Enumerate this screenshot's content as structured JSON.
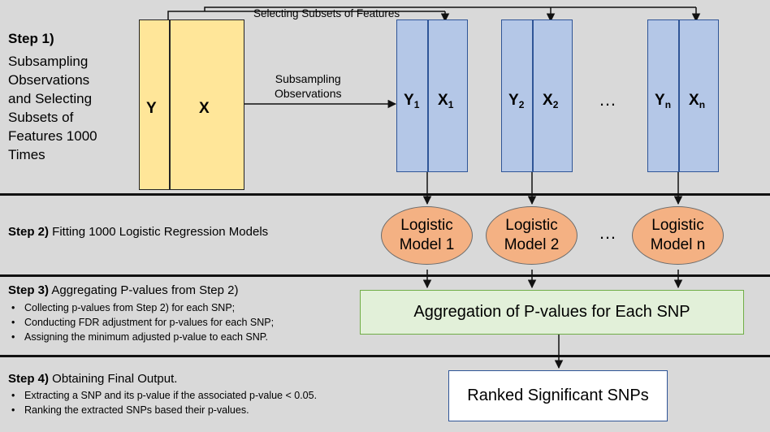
{
  "colors": {
    "data_fill": "#ffe699",
    "subset_fill": "#b4c7e7",
    "model_fill": "#f4b183",
    "aggregation_fill": "#e2f0d9",
    "background": "#d9d9d9"
  },
  "step1": {
    "title_bold": "Step 1)",
    "lines": [
      "Subsampling",
      "Observations",
      "and Selecting",
      "Subsets of",
      "Features 1000",
      "Times"
    ],
    "data_y": "Y",
    "data_x": "X",
    "selecting_label": "Selecting Subsets of Features",
    "subsampling_label_1": "Subsampling",
    "subsampling_label_2": "Observations",
    "subsets": [
      {
        "y": "Y",
        "y_sub": "1",
        "x": "X",
        "x_sub": "1"
      },
      {
        "y": "Y",
        "y_sub": "2",
        "x": "X",
        "x_sub": "2"
      },
      {
        "y": "Y",
        "y_sub": "n",
        "x": "X",
        "x_sub": "n"
      }
    ],
    "ellipsis": "…"
  },
  "step2": {
    "title_bold": "Step 2)",
    "title_rest": " Fitting 1000 Logistic Regression Models",
    "models": [
      {
        "line1": "Logistic",
        "line2": "Model 1"
      },
      {
        "line1": "Logistic",
        "line2": "Model 2"
      },
      {
        "line1": "Logistic",
        "line2": "Model n"
      }
    ],
    "ellipsis": "…"
  },
  "step3": {
    "title_bold": "Step 3)",
    "title_rest": " Aggregating P-values from Step 2)",
    "bullets": [
      "Collecting p-values from Step 2) for each SNP;",
      "Conducting FDR adjustment for p-values for each SNP;",
      "Assigning the minimum adjusted p-value to each SNP."
    ],
    "box_label": "Aggregation of P-values for Each SNP"
  },
  "step4": {
    "title_bold": "Step 4)",
    "title_rest": " Obtaining Final Output.",
    "bullets": [
      "Extracting a SNP and its p-value if the associated p-value < 0.05.",
      "Ranking the extracted SNPs based their p-values."
    ],
    "box_label": "Ranked Significant SNPs"
  }
}
